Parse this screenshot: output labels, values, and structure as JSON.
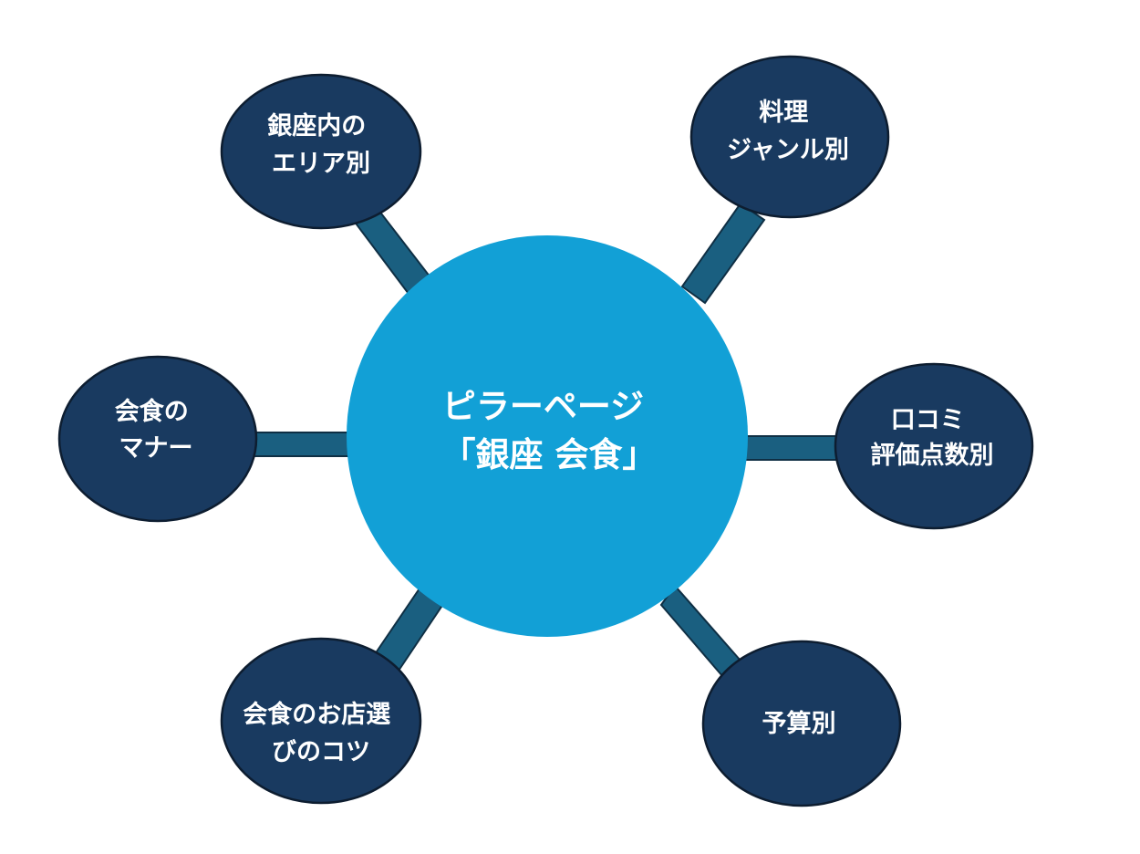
{
  "hub": {
    "lines": [
      "ピラーページ",
      "「銀座 会食」"
    ],
    "color": "#12a0d6"
  },
  "nodes": [
    {
      "id": "area",
      "lines": [
        "銀座内の",
        "エリア別"
      ]
    },
    {
      "id": "genre",
      "lines": [
        "料理",
        "ジャンル別"
      ]
    },
    {
      "id": "manners",
      "lines": [
        "会食の",
        "マナー"
      ]
    },
    {
      "id": "reviews",
      "lines": [
        "口コミ",
        "評価点数別"
      ]
    },
    {
      "id": "tips",
      "lines": [
        "会食のお店選",
        "びのコツ"
      ]
    },
    {
      "id": "budget",
      "lines": [
        "予算別"
      ]
    }
  ],
  "colors": {
    "node_fill": "#193a60",
    "connector": "#1a5f80",
    "text": "#ffffff"
  }
}
